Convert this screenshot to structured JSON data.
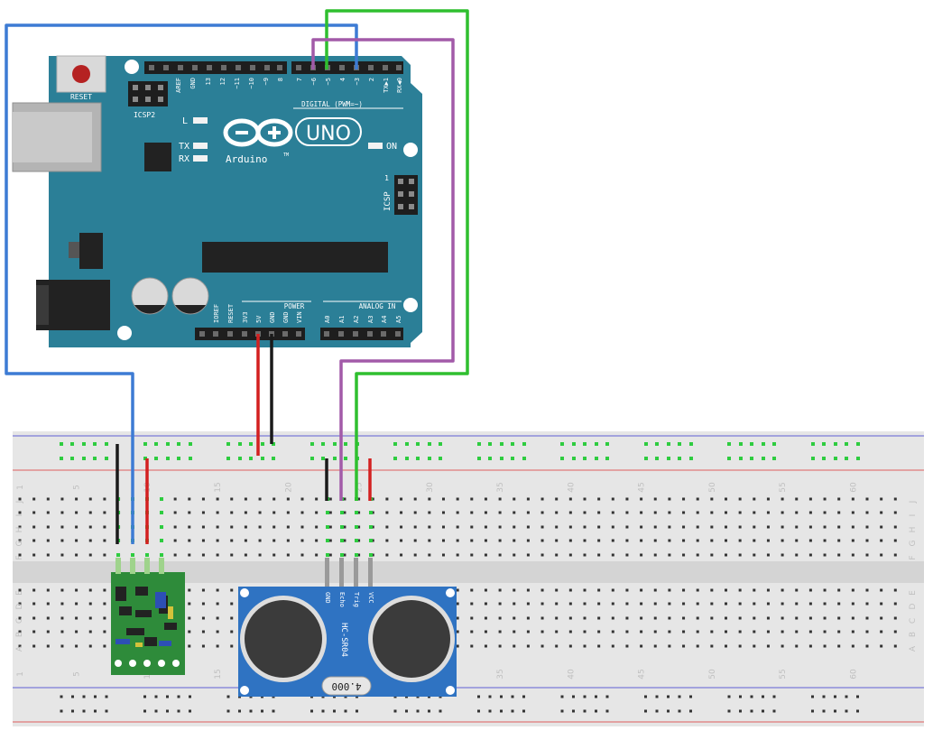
{
  "arduino": {
    "brand": "Arduino",
    "trademark": "TM",
    "model": "UNO",
    "reset_label": "RESET",
    "icsp2_label": "ICSP2",
    "icsp_label": "ICSP",
    "icsp_pin1": "1",
    "led_l": "L",
    "led_tx": "TX",
    "led_rx": "RX",
    "on_label": "ON",
    "digital_header": "DIGITAL (PWM=~)",
    "power_header": "POWER",
    "analog_header": "ANALOG IN",
    "digital_pins_left": [
      "AREF",
      "GND",
      "13",
      "12",
      "~11",
      "~10",
      "~9",
      "8"
    ],
    "digital_pins_right": [
      "7",
      "~6",
      "~5",
      "4",
      "~3",
      "2",
      "TX▶1",
      "RX◀0"
    ],
    "power_pins": [
      "IOREF",
      "RESET",
      "3V3",
      "5V",
      "GND",
      "GND",
      "VIN"
    ],
    "analog_pins": [
      "A0",
      "A1",
      "A2",
      "A3",
      "A4",
      "A5"
    ],
    "board_color": "#2b7f97"
  },
  "sensor": {
    "model": "HC-SR04",
    "crystal": "4.000",
    "pins": [
      "GND",
      "Echo",
      "Trig",
      "VCC"
    ],
    "board_color": "#2f73c2"
  },
  "breadboard": {
    "column_numbers": [
      "1",
      "5",
      "10",
      "15",
      "20",
      "25",
      "30",
      "35",
      "40",
      "45",
      "50",
      "55",
      "60"
    ],
    "row_letters_top": [
      "J",
      "I",
      "H",
      "G",
      "F"
    ],
    "row_letters_bottom": [
      "E",
      "D",
      "C",
      "B",
      "A"
    ]
  },
  "wire_colors": {
    "blue": "#3d7bd4",
    "green": "#2fbf2f",
    "purple": "#a25aa8",
    "red": "#d32020",
    "black": "#1a1a1a"
  },
  "module_color": "#2e8b3a"
}
